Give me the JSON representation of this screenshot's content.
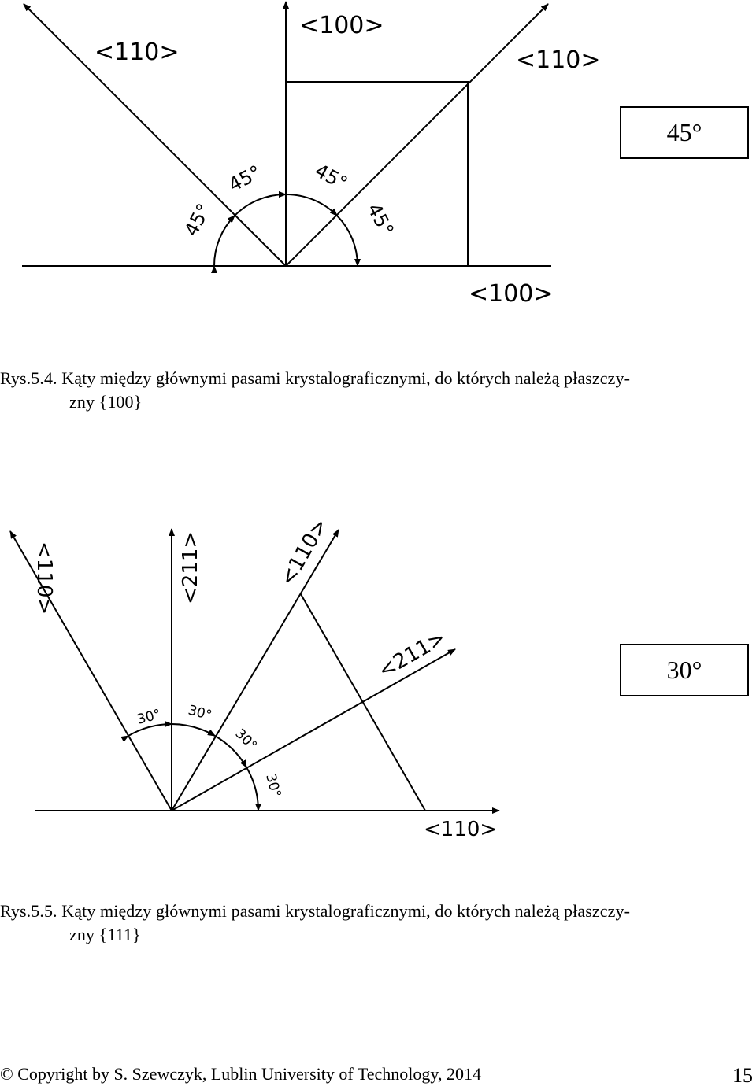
{
  "figure1": {
    "labels": {
      "upper_left": "<110>",
      "vertical": "<100>",
      "upper_right": "<110>",
      "horizontal": "<100>",
      "angle_1": "45°",
      "angle_2": "45°",
      "angle_3": "45°",
      "angle_4": "45°"
    },
    "box_label": "45°",
    "caption_line1": "Rys.5.4. Kąty między głównymi pasami krystalograficznymi, do których należą płaszczy-",
    "caption_line2": "zny {100}"
  },
  "figure2": {
    "labels": {
      "left": "<110>",
      "vertical": "<211>",
      "mid_right": "<110>",
      "right": "<211>",
      "horizontal": "<110>",
      "angle_1": "30°",
      "angle_2": "30°",
      "angle_3": "30°",
      "angle_4": "30°"
    },
    "box_label": "30°",
    "caption_line1": "Rys.5.5. Kąty między głównymi pasami krystalograficznymi, do których należą płaszczy-",
    "caption_line2": "zny {111}"
  },
  "footer": {
    "copyright": "© Copyright by S. Szewczyk, Lublin University of Technology, 2014",
    "page_number": "15"
  }
}
